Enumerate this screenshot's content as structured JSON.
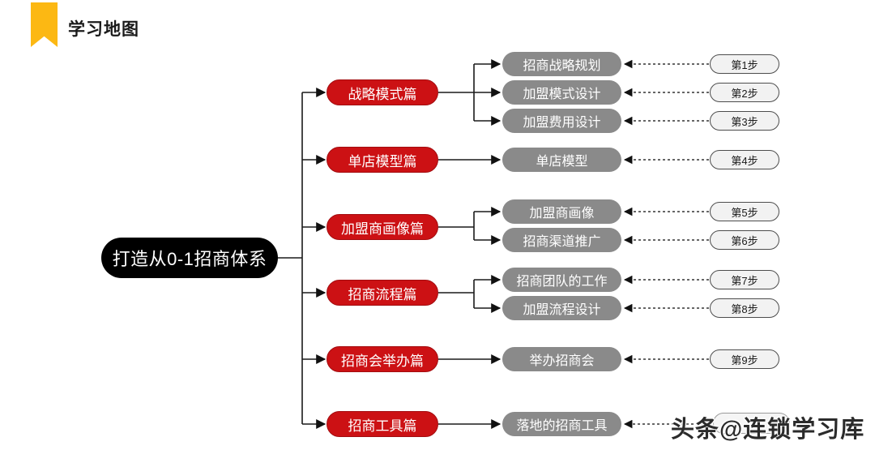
{
  "header": {
    "title": "学习地图"
  },
  "root": {
    "label": "打造从0-1招商体系"
  },
  "branches": [
    {
      "label": "战略模式篇",
      "children": [
        {
          "label": "招商战略规划",
          "step": "第1步"
        },
        {
          "label": "加盟模式设计",
          "step": "第2步"
        },
        {
          "label": "加盟费用设计",
          "step": "第3步"
        }
      ]
    },
    {
      "label": "单店模型篇",
      "children": [
        {
          "label": "单店模型",
          "step": "第4步"
        }
      ]
    },
    {
      "label": "加盟商画像篇",
      "children": [
        {
          "label": "加盟商画像",
          "step": "第5步"
        },
        {
          "label": "招商渠道推广",
          "step": "第6步"
        }
      ]
    },
    {
      "label": "招商流程篇",
      "children": [
        {
          "label": "招商团队的工作",
          "step": "第7步"
        },
        {
          "label": "加盟流程设计",
          "step": "第8步"
        }
      ]
    },
    {
      "label": "招商会举办篇",
      "children": [
        {
          "label": "举办招商会",
          "step": "第9步"
        }
      ]
    },
    {
      "label": "招商工具篇",
      "children": [
        {
          "label": "落地的招商工具",
          "step": ""
        }
      ]
    }
  ],
  "watermark": "头条@连锁学习库",
  "colors": {
    "node_red": "#cc1114",
    "node_gray": "#8a8a8a",
    "root_black": "#000000",
    "step_fill": "#f2f2f2",
    "step_border": "#4d4d4d",
    "accent_yellow": "#fcb813",
    "wire": "#1a1a1a"
  }
}
